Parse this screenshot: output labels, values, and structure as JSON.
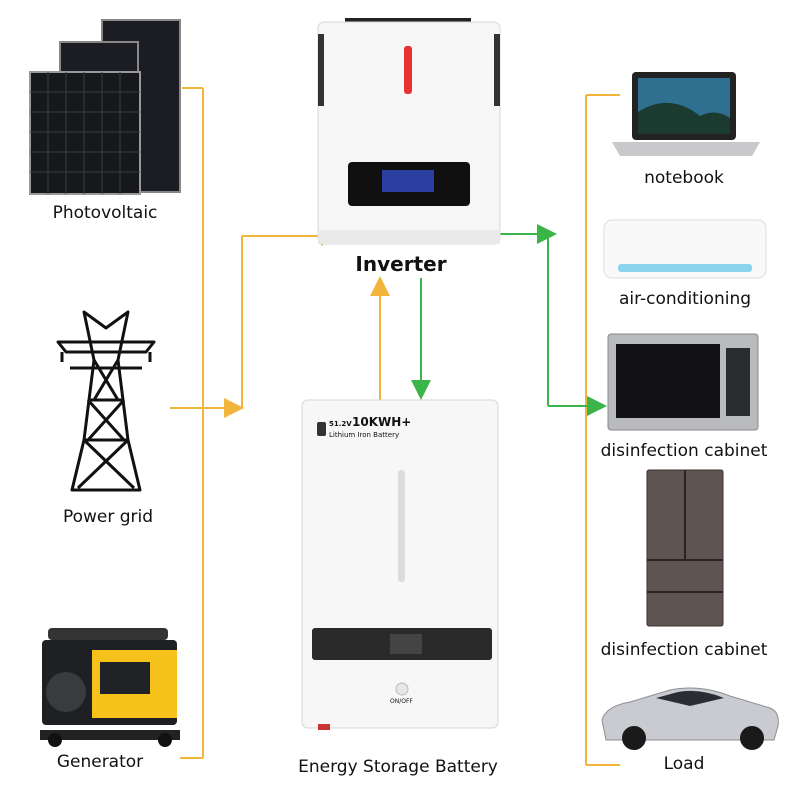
{
  "sources": {
    "photovoltaic": "Photovoltaic",
    "power_grid": "Power grid",
    "generator": "Generator"
  },
  "center": {
    "inverter": "Inverter",
    "battery": "Energy Storage Battery",
    "battery_badge_voltage": "51.2V",
    "battery_badge_capacity": "10KWH+",
    "battery_badge_type": "Lithium Iron Battery",
    "battery_power_label": "ON/OFF"
  },
  "loads": {
    "notebook": "notebook",
    "air_conditioning": "air-conditioning",
    "microwave": "disinfection cabinet",
    "fridge": "disinfection cabinet",
    "car": "Load"
  },
  "colors": {
    "orange_line": "#F3B43B",
    "green_line": "#3BB44A"
  }
}
